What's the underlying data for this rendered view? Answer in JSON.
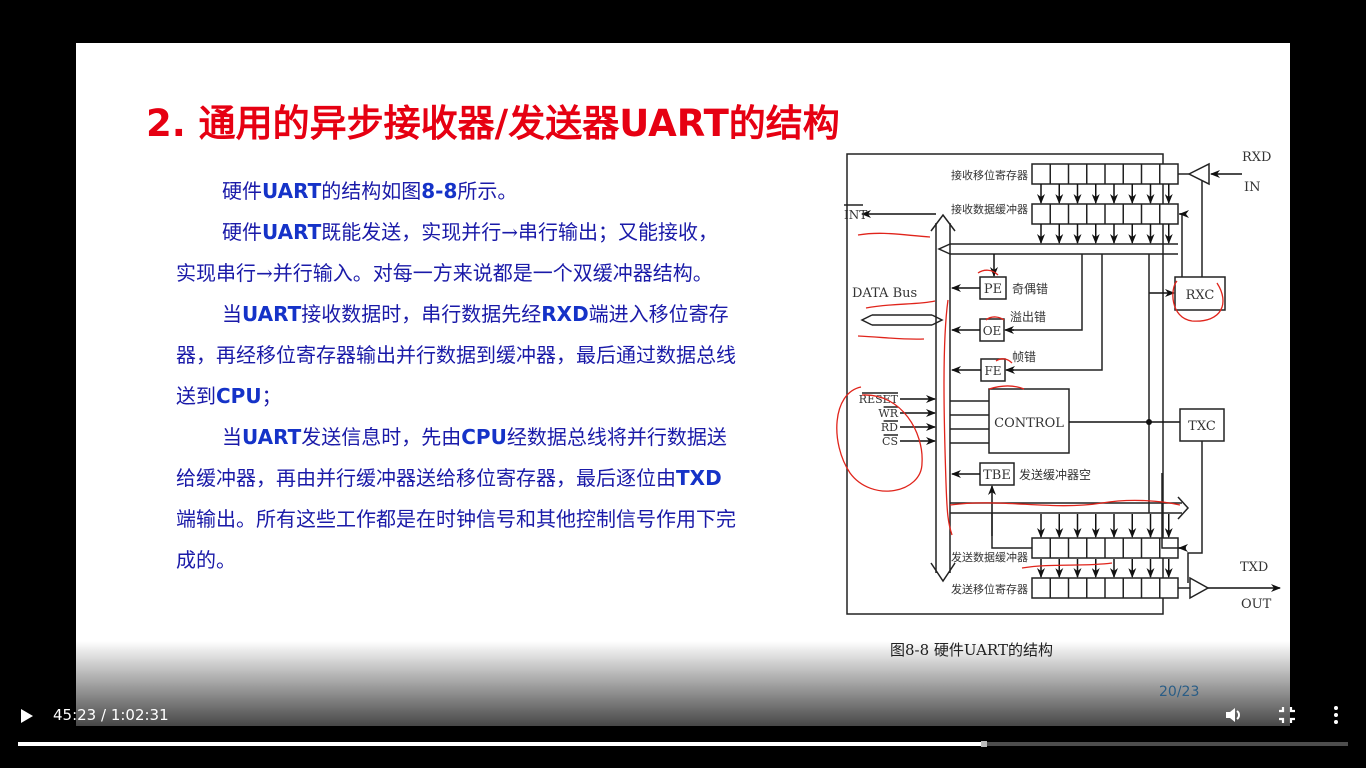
{
  "slide": {
    "title": "2. 通用的异步接收器/发送器UART的结构",
    "paragraphs": [
      {
        "indent": true,
        "parts": [
          [
            "t",
            "硬件"
          ],
          [
            "b",
            "UART"
          ],
          [
            "t",
            "的结构如图"
          ],
          [
            "b",
            "8-8"
          ],
          [
            "t",
            "所示。"
          ]
        ]
      },
      {
        "indent": true,
        "parts": [
          [
            "t",
            "硬件"
          ],
          [
            "b",
            "UART"
          ],
          [
            "t",
            "既能发送，实现并行→串行输出；又能接收，实现串行→并行输入。对每一方来说都是一个双缓冲器结构。"
          ]
        ]
      },
      {
        "indent": true,
        "parts": [
          [
            "t",
            "当"
          ],
          [
            "b",
            "UART"
          ],
          [
            "t",
            "接收数据时，串行数据先经"
          ],
          [
            "b",
            "RXD"
          ],
          [
            "t",
            "端进入移位寄存器，再经移位寄存器输出并行数据到缓冲器，最后通过数据总线送到"
          ],
          [
            "b",
            "CPU"
          ],
          [
            "t",
            "；"
          ]
        ]
      },
      {
        "indent": true,
        "parts": [
          [
            "t",
            "当"
          ],
          [
            "b",
            "UART"
          ],
          [
            "t",
            "发送信息时，先由"
          ],
          [
            "b",
            "CPU"
          ],
          [
            "t",
            "经数据总线将并行数据送给缓冲器，再由并行缓冲器送给移位寄存器，最后逐位由"
          ],
          [
            "b",
            "TXD"
          ],
          [
            "t",
            "端输出。所有这些工作都是在时钟信号和其他控制信号作用下完成的。"
          ]
        ]
      }
    ],
    "figure_caption": "图8-8   硬件UART的结构",
    "page_number": "20/23",
    "title_color": "#e60012",
    "text_color": "#1a1aa8"
  },
  "diagram": {
    "rx_shift_label": "接收移位寄存器",
    "rx_buffer_label": "接收数据缓冲器",
    "tx_buffer_label": "发送数据缓冲器",
    "tx_shift_label": "发送移位寄存器",
    "rxd_label": "RXD",
    "in_label": "IN",
    "txd_label": "TXD",
    "out_label": "OUT",
    "int_label": "INT",
    "data_bus_label": "DATA Bus",
    "pe_label": "PE",
    "pe_desc": "奇偶错",
    "oe_label": "OE",
    "oe_desc": "溢出错",
    "fe_label": "FE",
    "fe_desc": "帧错",
    "tbe_label": "TBE",
    "tbe_desc": "发送缓冲器空",
    "control_label": "CONTROL",
    "rxc_label": "RXC",
    "txc_label": "TXC",
    "inputs": [
      "RESET",
      "WR",
      "RD",
      "CS"
    ],
    "bits": 8,
    "annotation_color": "#e0241b"
  },
  "player": {
    "current_time": "45:23",
    "duration": "1:02:31",
    "time_display": "45:23 / 1:02:31",
    "progress_percent": 72.6,
    "play_icon": "play-icon",
    "volume_icon": "volume-icon",
    "fullscreen_icon": "exit-fullscreen-icon",
    "more_icon": "more-vert-icon"
  }
}
